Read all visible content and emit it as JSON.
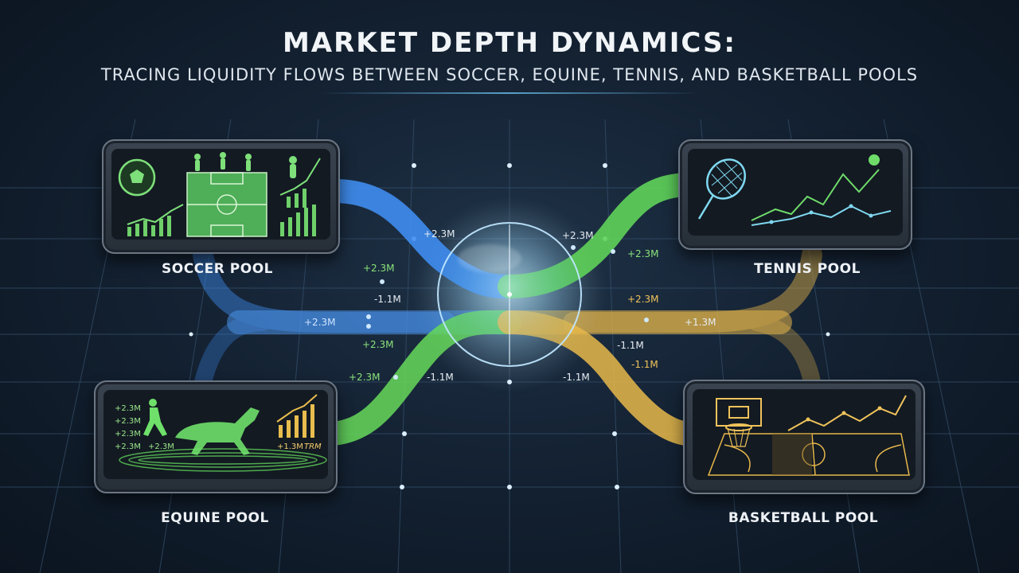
{
  "header": {
    "title": "MARKET DEPTH DYNAMICS:",
    "subtitle": "TRACING LIQUIDITY FLOWS BETWEEN SOCCER, EQUINE, TENNIS, AND BASKETBALL POOLS"
  },
  "pools": {
    "soccer": "SOCCER POOL",
    "tennis": "TENNIS POOL",
    "equine": "EQUINE POOL",
    "basketball": "BASKETBALL POOL"
  },
  "equine_panel": {
    "left_values": [
      "+2.3M",
      "+2.3M",
      "+2.3M",
      "+2.3M"
    ],
    "extra_value": "+2.3M",
    "right_value": "+1.3M",
    "right_tag": "TRM"
  },
  "flow_labels": {
    "f1": "+2.3M",
    "f2": "+2.3M",
    "f3": "+2.3M",
    "f4": "+2.3M",
    "f5": "-1.1M",
    "f6": "+2.3M",
    "f7": "+2.3M",
    "f8": "+2.3M",
    "f9": "-1.1M",
    "f10": "+2.3M",
    "f11": "+1.3M",
    "f12": "-1.1M",
    "f13": "-1.1M",
    "f14": "-1.1M"
  },
  "colors": {
    "soccer_flow": "#3f8df0",
    "tennis_flow": "#5fd35a",
    "equine_flow": "#66d95a",
    "basketball_flow": "#e8b84a",
    "grid": "#3d5a77",
    "hub_glow": "#9fe0ff"
  },
  "icons": [
    "soccer-ball-icon",
    "soccer-players-icon",
    "soccer-field-icon",
    "tennis-racket-icon",
    "tennis-ball-icon",
    "horse-icon",
    "jockey-icon",
    "race-track-icon",
    "basketball-hoop-icon",
    "basketball-court-icon",
    "trend-chart-icon",
    "bar-chart-icon"
  ]
}
